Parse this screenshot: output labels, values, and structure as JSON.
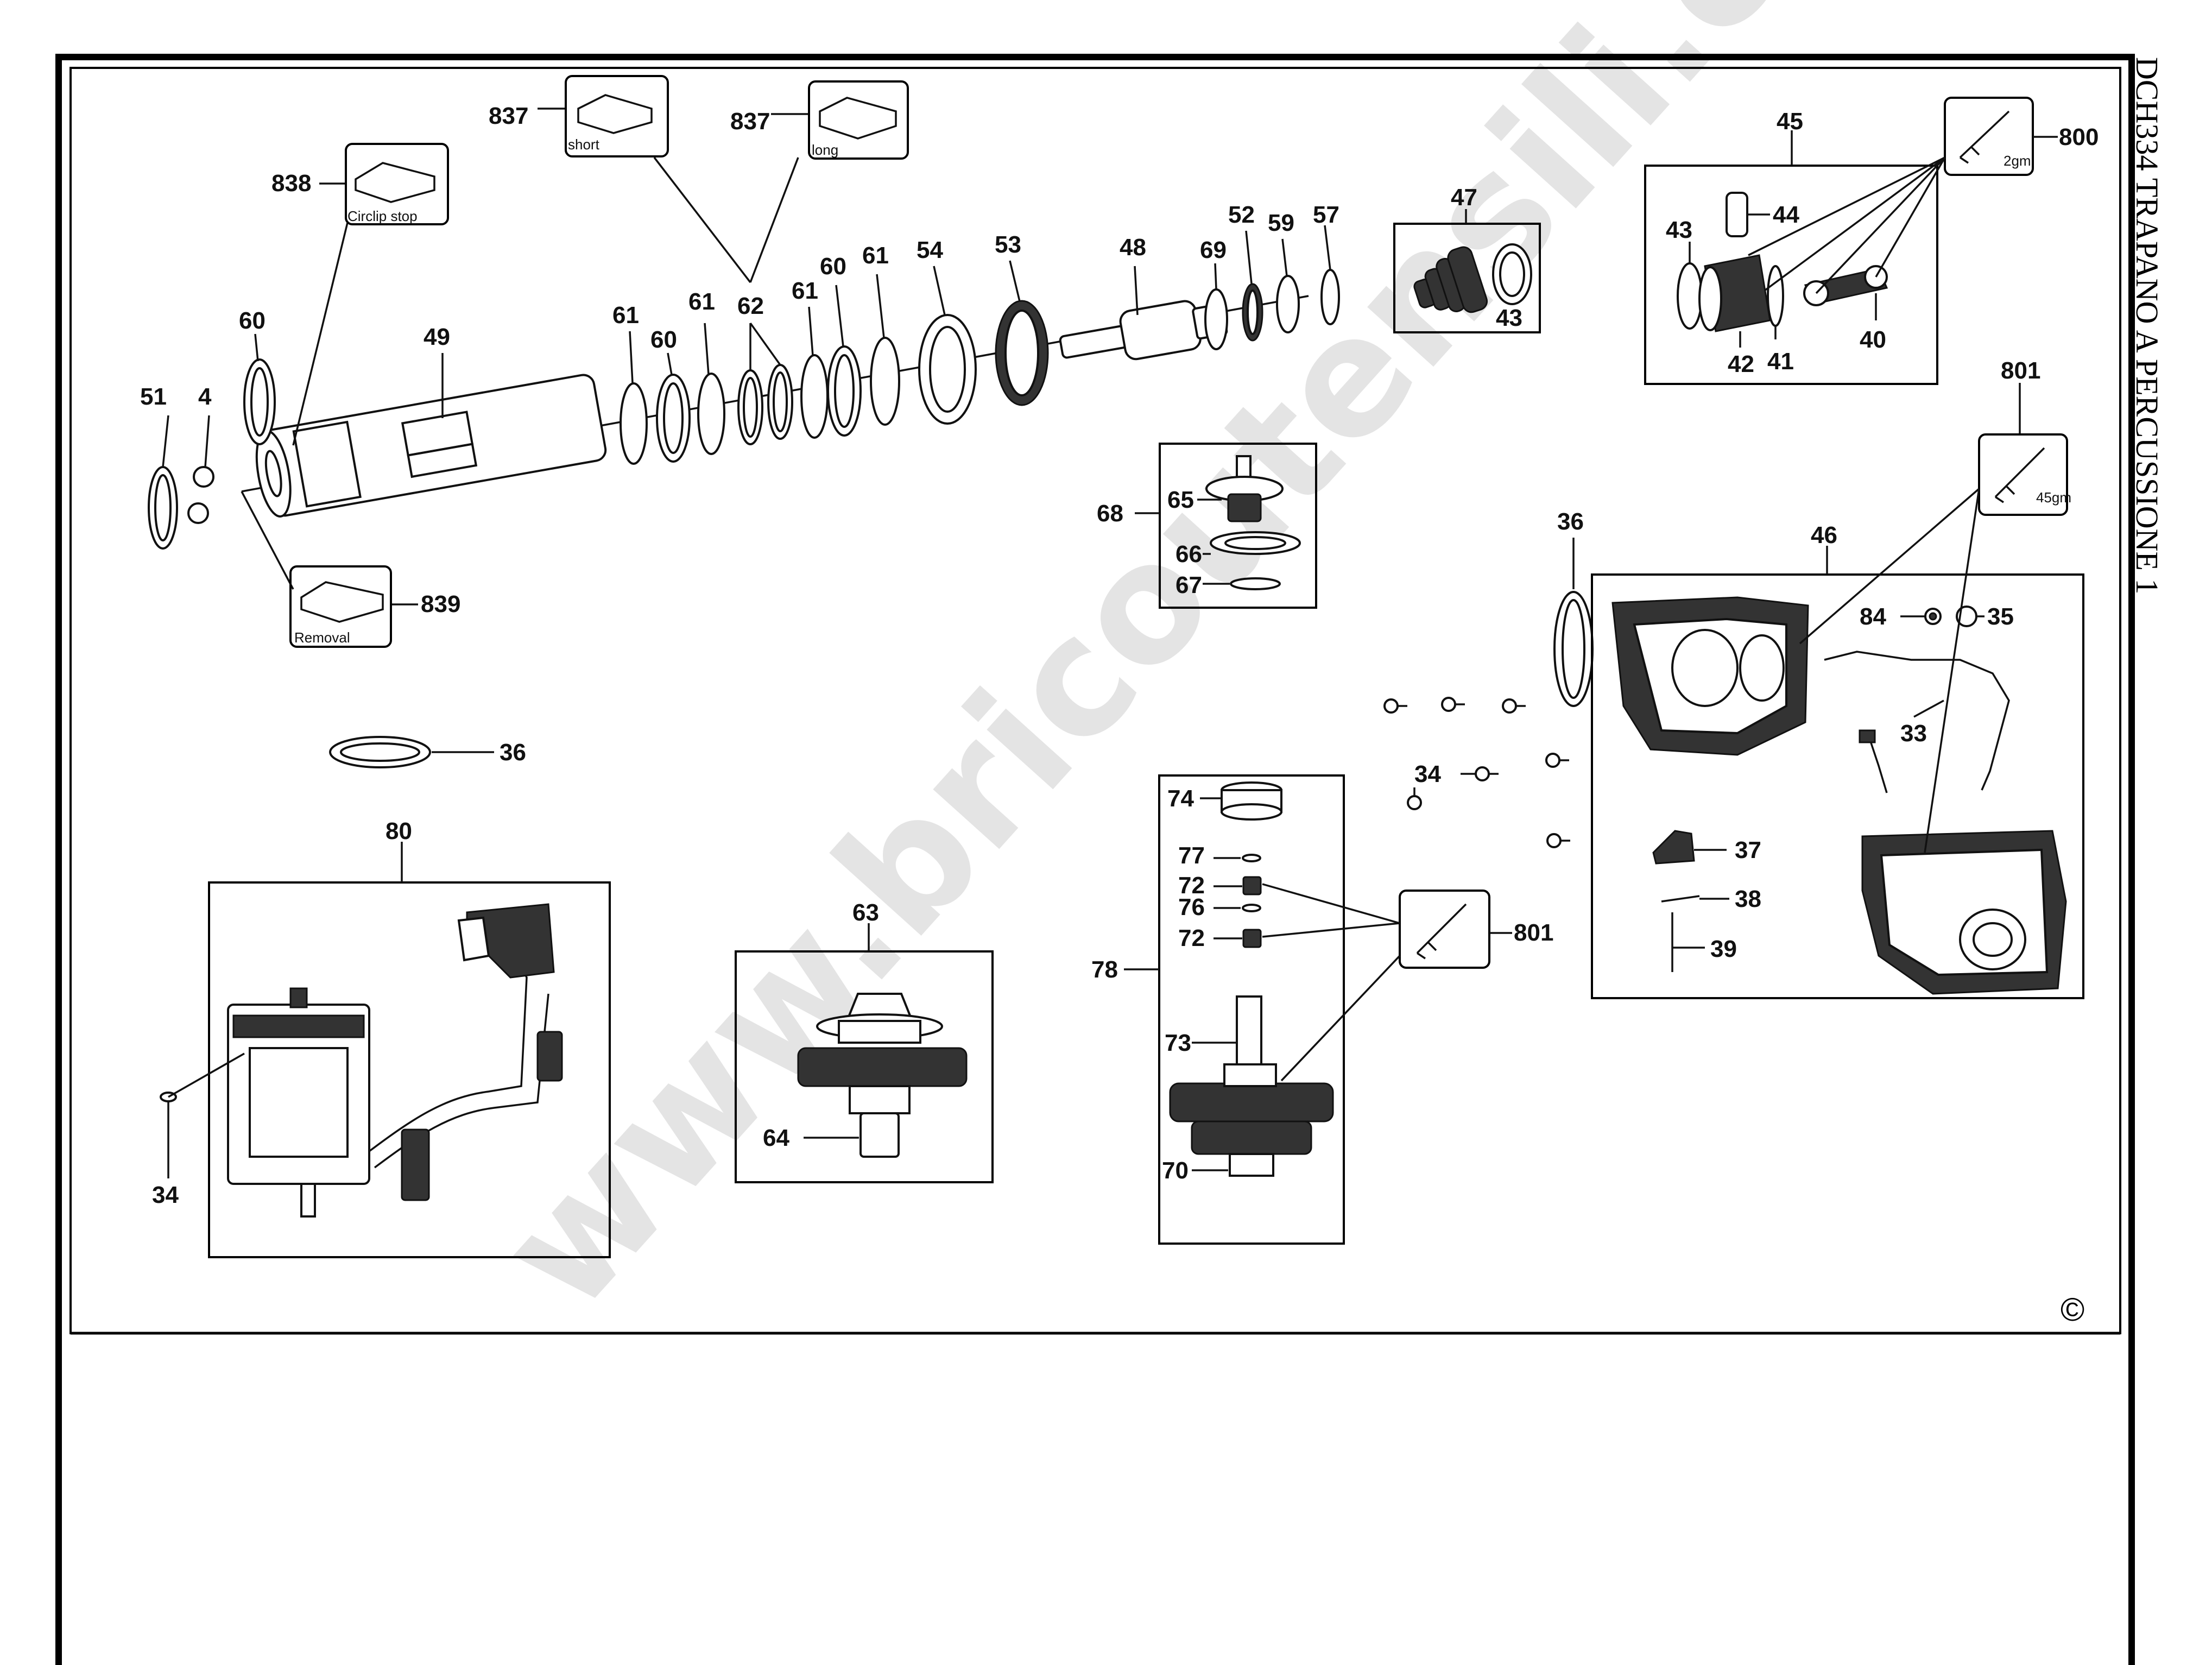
{
  "sheet": {
    "side_title": "DCH334   TRAPANO A PERCUSSIONE 1",
    "watermark": "www.bricoutensili.com",
    "copyright": "©"
  },
  "insets": {
    "i837a": "short",
    "i837b": "long",
    "i838": "Circlip stop",
    "i839": "Removal",
    "i800": "2gm",
    "i801a": "45gm"
  },
  "labels": {
    "l837a": "837",
    "l837b": "837",
    "l838": "838",
    "l839": "839",
    "l51": "51",
    "l4": "4",
    "l60a": "60",
    "l49": "49",
    "l61a": "61",
    "l60b": "60",
    "l61b": "61",
    "l62": "62",
    "l61c": "61",
    "l60c": "60",
    "l61d": "61",
    "l54": "54",
    "l53": "53",
    "l48": "48",
    "l69": "69",
    "l52": "52",
    "l59": "59",
    "l57": "57",
    "l47": "47",
    "l43a": "43",
    "l45": "45",
    "l44": "44",
    "l43b": "43",
    "l42": "42",
    "l41": "41",
    "l40": "40",
    "l800": "800",
    "l68": "68",
    "l65": "65",
    "l66": "66",
    "l67": "67",
    "l36a": "36",
    "l36b": "36",
    "l801a": "801",
    "l46": "46",
    "l84": "84",
    "l35": "35",
    "l33": "33",
    "l34a": "34",
    "l37": "37",
    "l38": "38",
    "l39": "39",
    "l80": "80",
    "l34b": "34",
    "l63": "63",
    "l64": "64",
    "l78": "78",
    "l74": "74",
    "l77": "77",
    "l72a": "72",
    "l76": "76",
    "l72b": "72",
    "l73": "73",
    "l70": "70",
    "l801b": "801"
  }
}
